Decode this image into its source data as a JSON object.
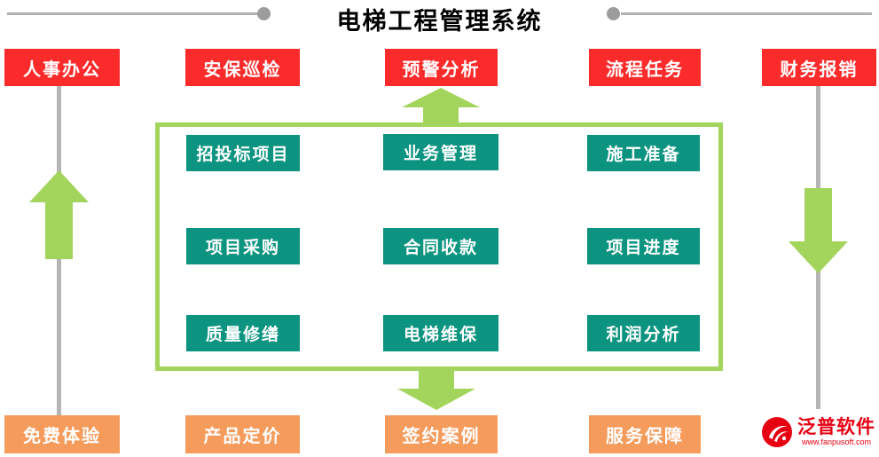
{
  "title": "电梯工程管理系统",
  "top_buttons": [
    "人事办公",
    "安保巡检",
    "预警分析",
    "流程任务",
    "财务报销"
  ],
  "center_box": {
    "rows": [
      [
        "招投标项目",
        "业务管理",
        "施工准备"
      ],
      [
        "项目采购",
        "合同收款",
        "项目进度"
      ],
      [
        "质量修缮",
        "电梯维保",
        "利润分析"
      ]
    ]
  },
  "bottom_buttons": [
    "免费体验",
    "产品定价",
    "签约案例",
    "服务保障"
  ],
  "logo": {
    "name": "泛普软件",
    "url": "www.fanpusoft.com"
  },
  "icons": {
    "up_arrow": "up-arrow-icon",
    "down_arrow": "down-arrow-icon",
    "connector_dot": "dot-icon",
    "logo_mark": "fanpu-logo-icon"
  },
  "colors": {
    "red": "#FB2B2B",
    "orange": "#F59B5C",
    "teal": "#0D9480",
    "light_green": "#A3D45C",
    "gray_line": "#B5B5B5",
    "logo_red": "#E60012",
    "title_text": "#000000"
  }
}
